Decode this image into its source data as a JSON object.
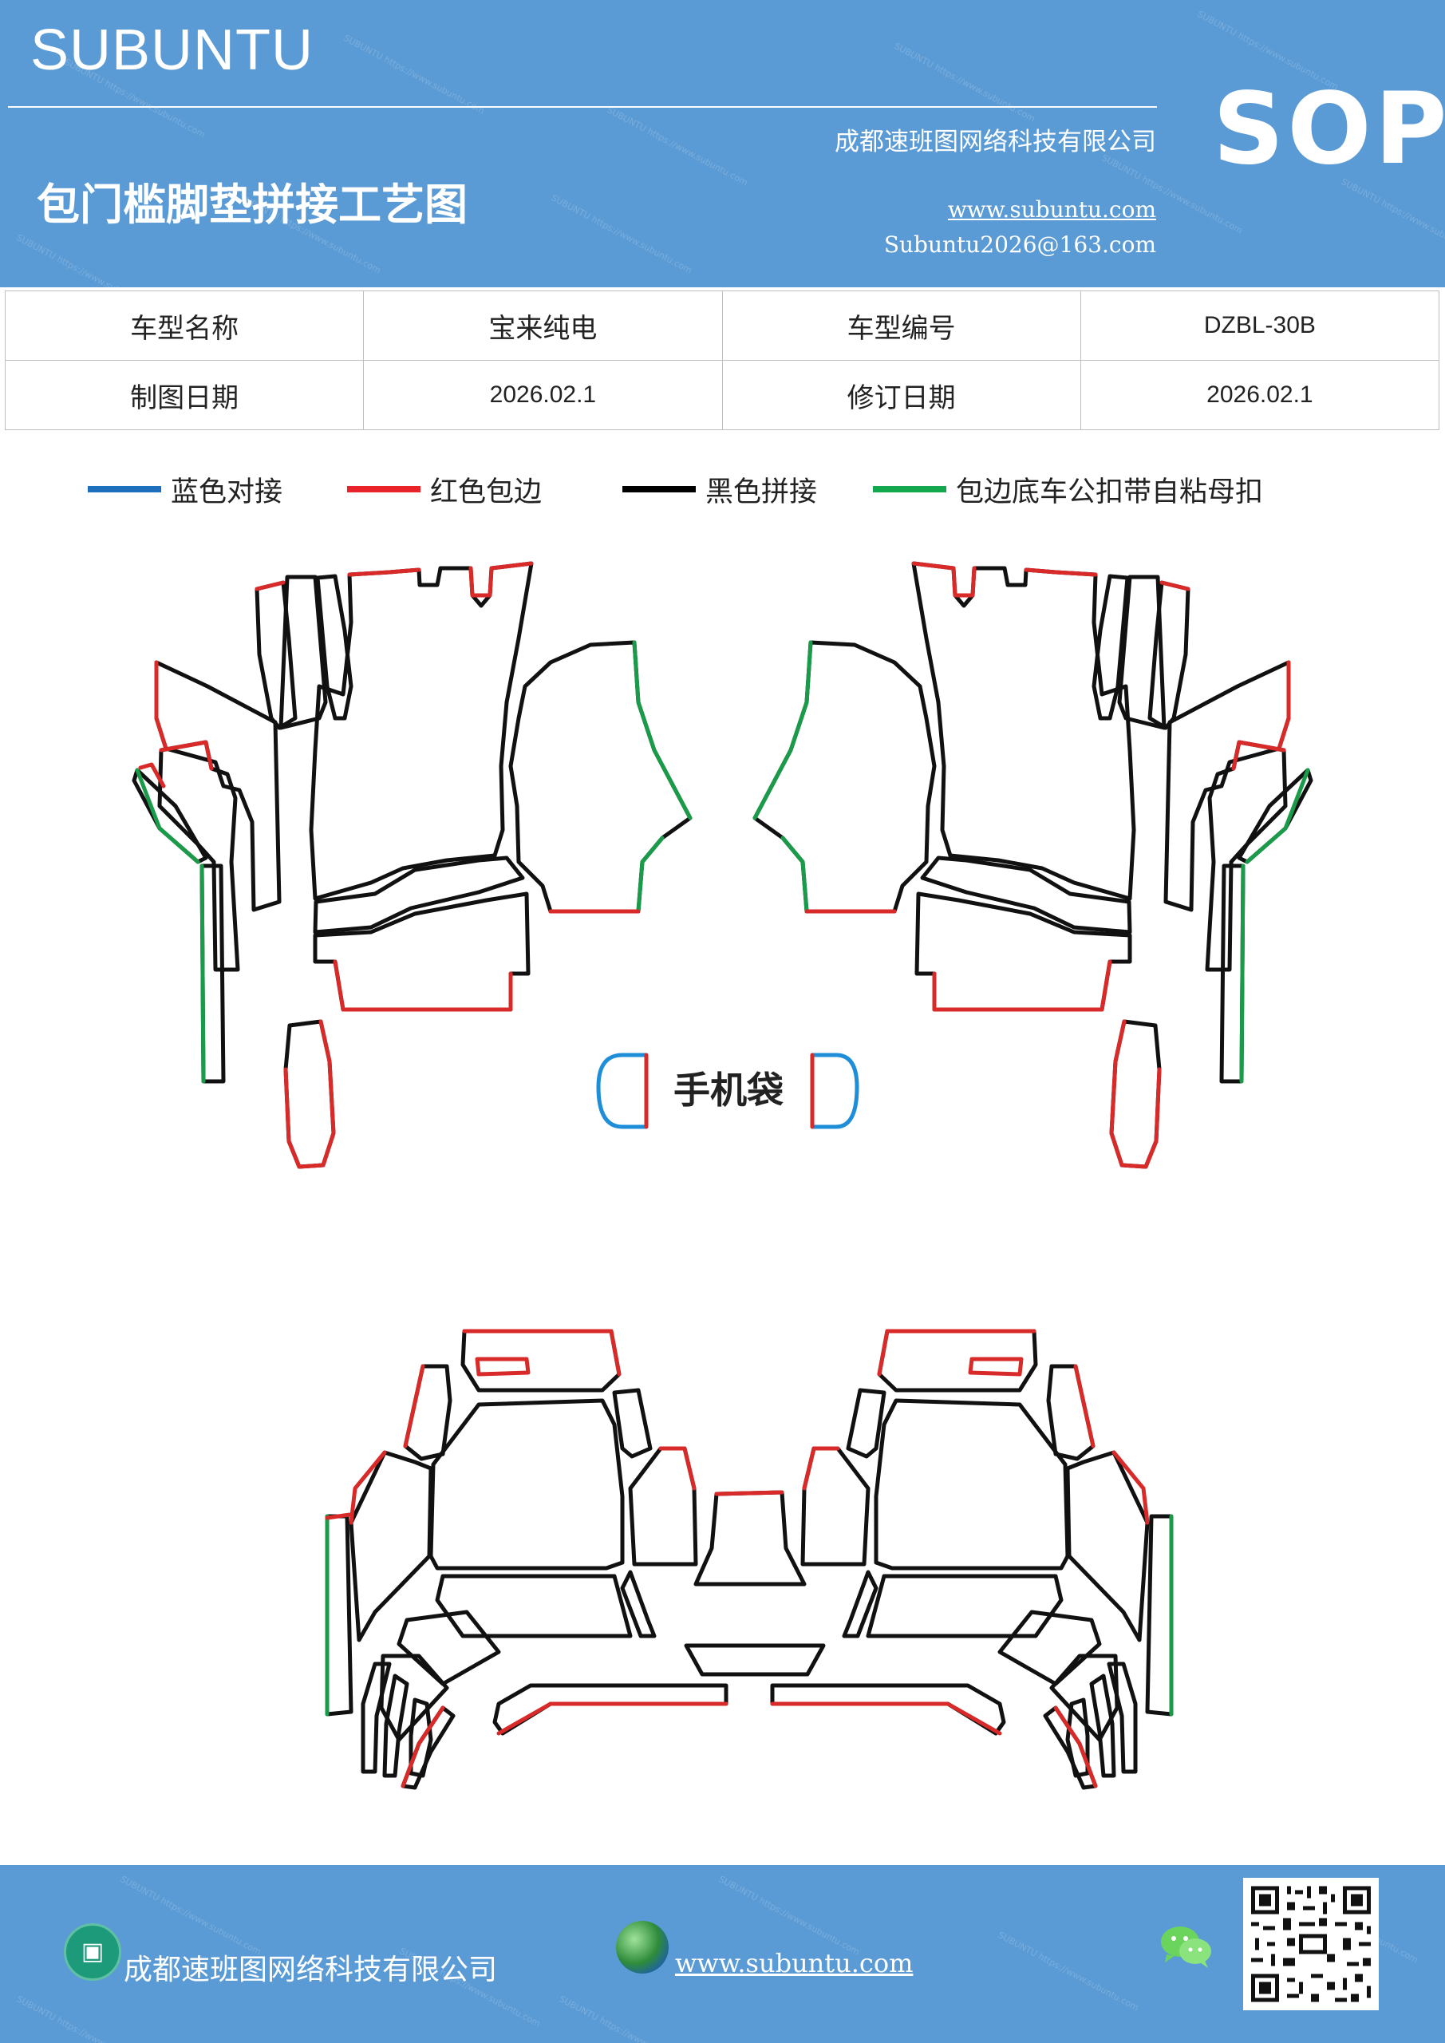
{
  "header": {
    "brand": "SUBUNTU",
    "sop": "SOP",
    "title": "包门槛脚垫拼接工艺图",
    "company": "成都速班图网络科技有限公司",
    "website": "www.subuntu.com",
    "email": "Subuntu2026@163.com"
  },
  "info_table": {
    "row1": {
      "label1": "车型名称",
      "value1": "宝来纯电",
      "label2": "车型编号",
      "value2": "DZBL-30B"
    },
    "row2": {
      "label1": "制图日期",
      "value1": "2026.02.1",
      "label2": "修订日期",
      "value2": "2026.02.1"
    }
  },
  "legend": [
    {
      "label": "蓝色对接",
      "color": "#1f6fbf"
    },
    {
      "label": "红色包边",
      "color": "#e8232a"
    },
    {
      "label": "黑色拼接",
      "color": "#000000"
    },
    {
      "label": "包边底车公扣带自粘母扣",
      "color": "#13a84b"
    }
  ],
  "diagram": {
    "phone_pocket_label": "手机袋",
    "colors": {
      "blue": "#1f8ed8",
      "red": "#d92a2a",
      "black": "#111111",
      "green": "#1a9b4a"
    }
  },
  "footer": {
    "company": "成都速班图网络科技有限公司",
    "website": "www.subuntu.com ",
    "icons": [
      "company-icon",
      "globe-icon",
      "wechat-icon",
      "qr-code"
    ]
  }
}
